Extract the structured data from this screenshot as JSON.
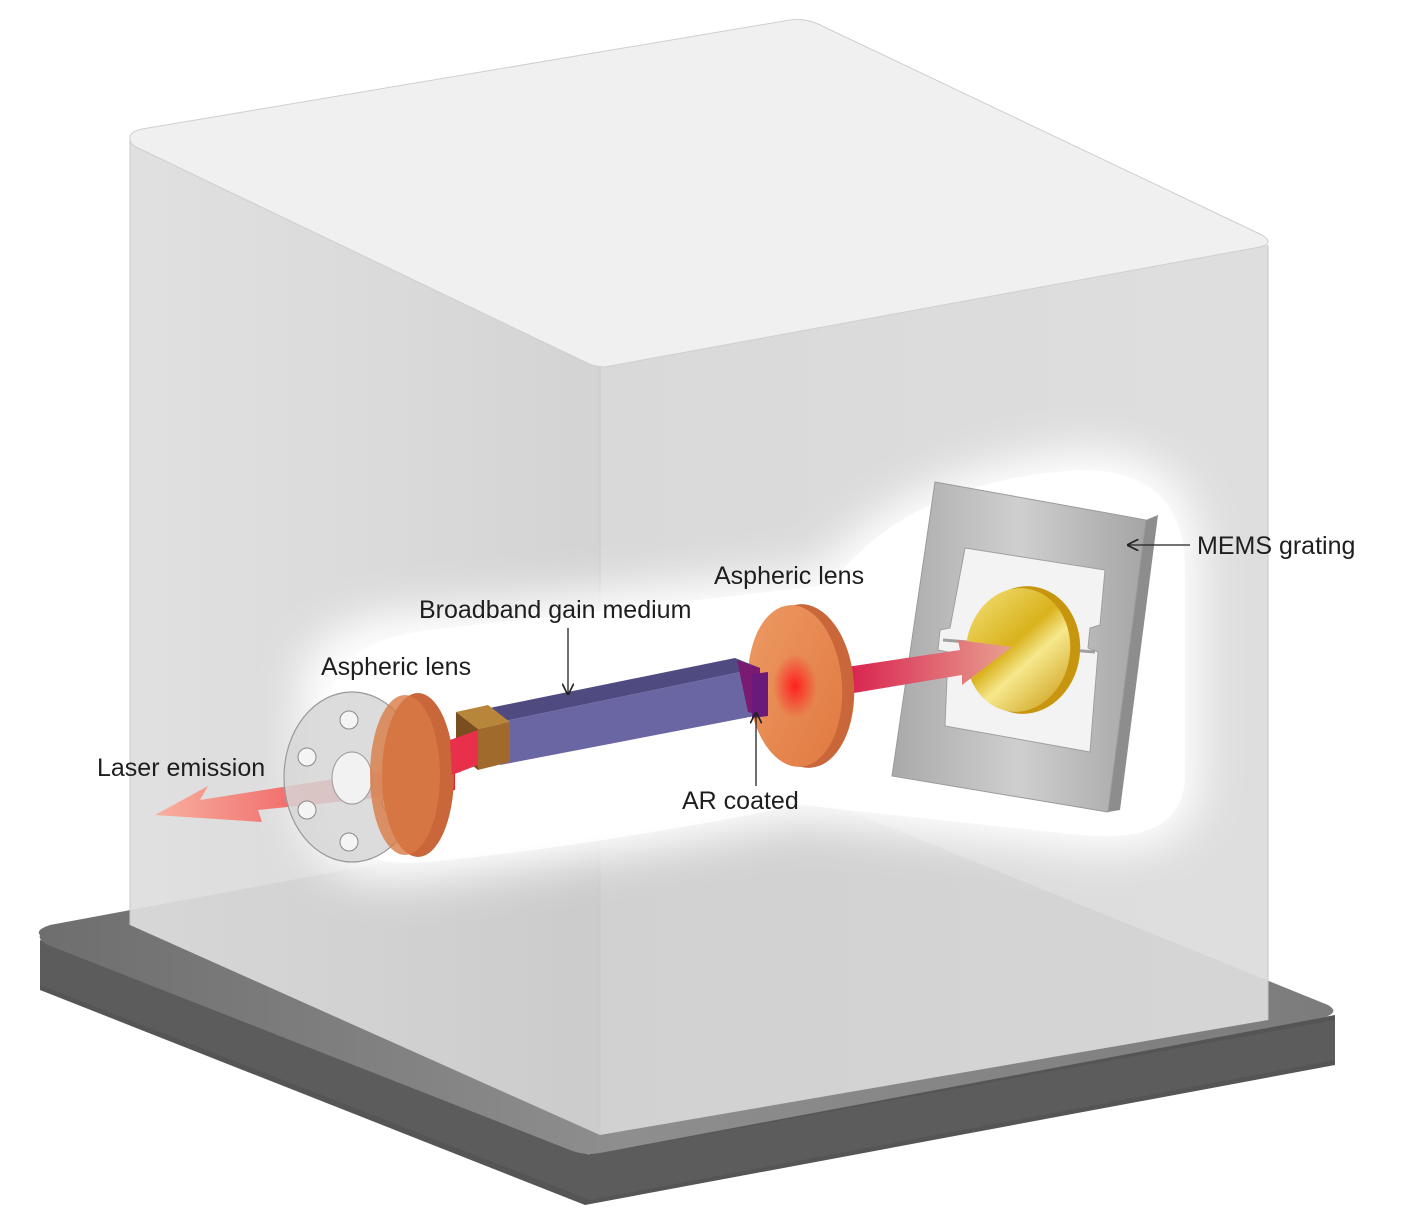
{
  "labels": {
    "laser_emission": "Laser emission",
    "aspheric_lens_front": "Aspheric lens",
    "broadband_gain_medium": "Broadband gain medium",
    "aspheric_lens_rear": "Aspheric lens",
    "ar_coated": "AR coated",
    "mems_grating": "MEMS grating"
  },
  "colors": {
    "enclosure": "#d9d9d9",
    "base_plate": "#6b6b6b",
    "lens": "#e8824a",
    "gain_medium": "#6a66a3",
    "ar_facet": "#7a1a73",
    "beam": "#e8202e",
    "grating_mirror": "#d9b21c",
    "mount": "#b9b9b9"
  }
}
